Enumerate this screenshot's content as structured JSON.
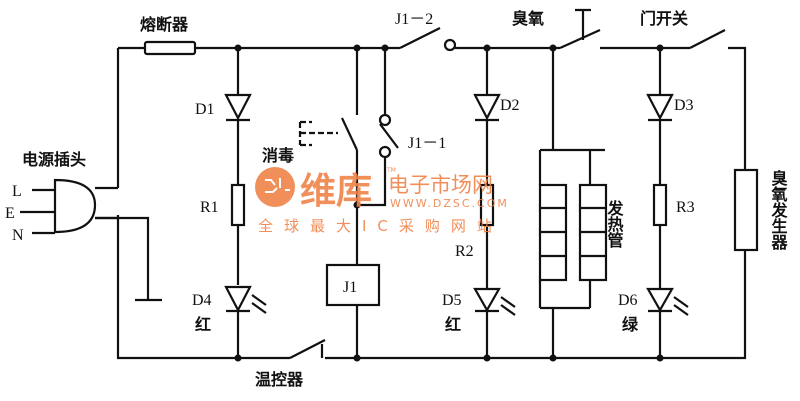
{
  "labels": {
    "fuse": "熔断器",
    "plug": "电源插头",
    "plug_L": "L",
    "plug_E": "E",
    "plug_N": "N",
    "d1": "D1",
    "r1": "R1",
    "d4": "D4",
    "d4_color": "红",
    "disinfect": "消毒",
    "j1_2": "J1－2",
    "j1_1": "J1－1",
    "j1": "J1",
    "d2": "D2",
    "r2": "R2",
    "d5": "D5",
    "d5_color": "红",
    "ozone": "臭氧",
    "heater": "发热管",
    "door_switch": "门开关",
    "d3": "D3",
    "r3": "R3",
    "d6": "D6",
    "d6_color": "绿",
    "ozone_generator": "臭氧发生器",
    "thermostat": "温控器"
  },
  "watermark": {
    "brand": "维库",
    "tm": "TM",
    "site": "电子市场网",
    "url": "WWW.DZSC.COM",
    "slogan": "全球最大IC采购网站",
    "color": "#f0834a"
  }
}
